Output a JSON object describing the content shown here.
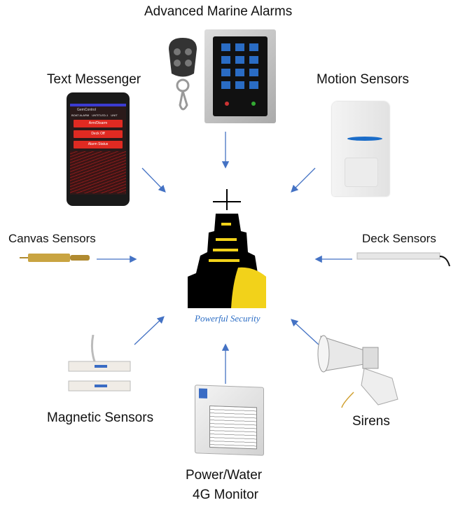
{
  "labels": {
    "top": "Advanced Marine Alarms",
    "text_messenger": "Text Messenger",
    "motion": "Motion Sensors",
    "canvas": "Canvas Sensors",
    "deck": "Deck Sensors",
    "magnetic": "Magnetic Sensors",
    "sirens": "Sirens",
    "power_line1": "Power/Water",
    "power_line2": "4G Monitor"
  },
  "center": {
    "tagline": "Powerful Security"
  },
  "phone": {
    "app_title": "GemControl",
    "tabs": [
      "BOAT ALARM",
      "UNTITLED-1",
      "UNIT"
    ],
    "buttons": [
      "Arm/Disarm",
      "Deck Off",
      "Alarm Status"
    ]
  },
  "colors": {
    "arrow": "#4472c4",
    "ship_yellow": "#f2d21a",
    "tagline": "#2a6cc4"
  }
}
